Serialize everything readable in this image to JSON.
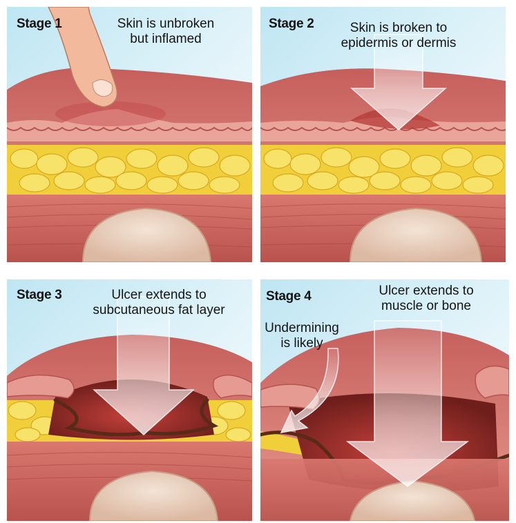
{
  "panels": [
    {
      "stage": "Stage 1",
      "caption": [
        "Skin is unbroken",
        "but inflamed"
      ]
    },
    {
      "stage": "Stage 2",
      "caption": [
        "Skin is broken to",
        "epidermis or dermis"
      ]
    },
    {
      "stage": "Stage 3",
      "caption": [
        "Ulcer extends to",
        "subcutaneous fat layer"
      ]
    },
    {
      "stage": "Stage 4",
      "caption": [
        "Ulcer extends to",
        "muscle or bone"
      ],
      "note": [
        "Undermining",
        "is likely"
      ]
    }
  ],
  "colors": {
    "sky": "#d3eef6",
    "skin": "#d97a78",
    "epidermis": "#e8a39b",
    "fat": "#f2d23c",
    "muscle": "#c9605a",
    "bone": "#ecd6c6",
    "wound": "#8a2a22",
    "arrow": "#eef6fb"
  }
}
